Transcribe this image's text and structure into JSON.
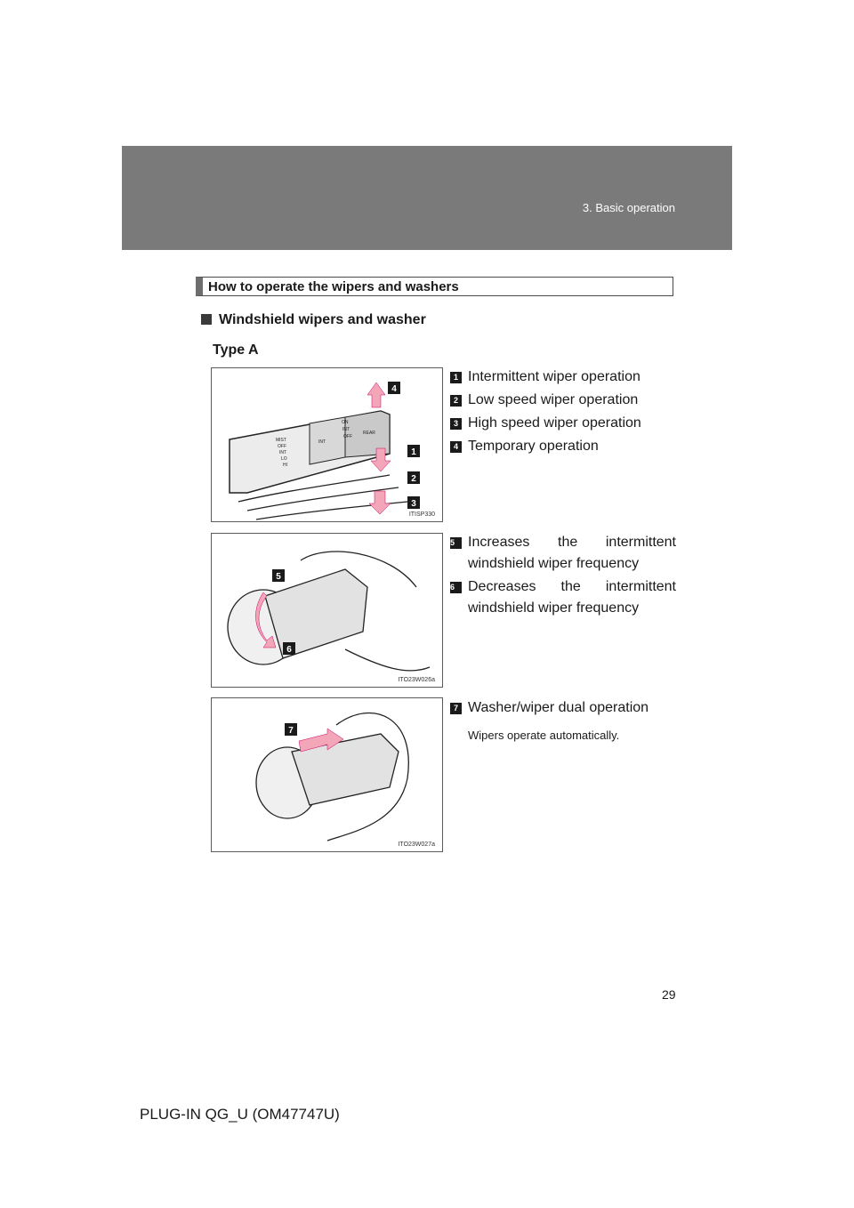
{
  "header": {
    "section": "3. Basic operation"
  },
  "section_title": "How to operate the wipers and washers",
  "subheading": "Windshield wipers and washer",
  "type_label": "Type A",
  "figures": [
    {
      "code": "ITISP330",
      "markers": [
        "4",
        "1",
        "2",
        "3"
      ],
      "switch_labels": [
        "MIST",
        "OFF",
        "INT",
        "LO",
        "HI",
        "INT",
        "ON",
        "INT",
        "OFF",
        "REAR"
      ]
    },
    {
      "code": "ITO23W026a",
      "markers": [
        "5",
        "6"
      ]
    },
    {
      "code": "ITO23W027a",
      "markers": [
        "7"
      ]
    }
  ],
  "callouts": [
    {
      "num": "1",
      "text": "Intermittent wiper operation"
    },
    {
      "num": "2",
      "text": "Low speed wiper operation"
    },
    {
      "num": "3",
      "text": "High speed wiper operation"
    },
    {
      "num": "4",
      "text": "Temporary operation"
    },
    {
      "num": "5",
      "text": "Increases the intermittent windshield wiper frequency"
    },
    {
      "num": "6",
      "text": "Decreases the intermittent windshield wiper frequency"
    },
    {
      "num": "7",
      "text": "Washer/wiper dual operation"
    }
  ],
  "note": "Wipers operate automatically.",
  "page_number": "29",
  "footer": "PLUG-IN QG_U (OM47747U)",
  "colors": {
    "header_band": "#7a7a7a",
    "arrow_pink": "#f2a6b8",
    "badge": "#1a1a1a"
  }
}
